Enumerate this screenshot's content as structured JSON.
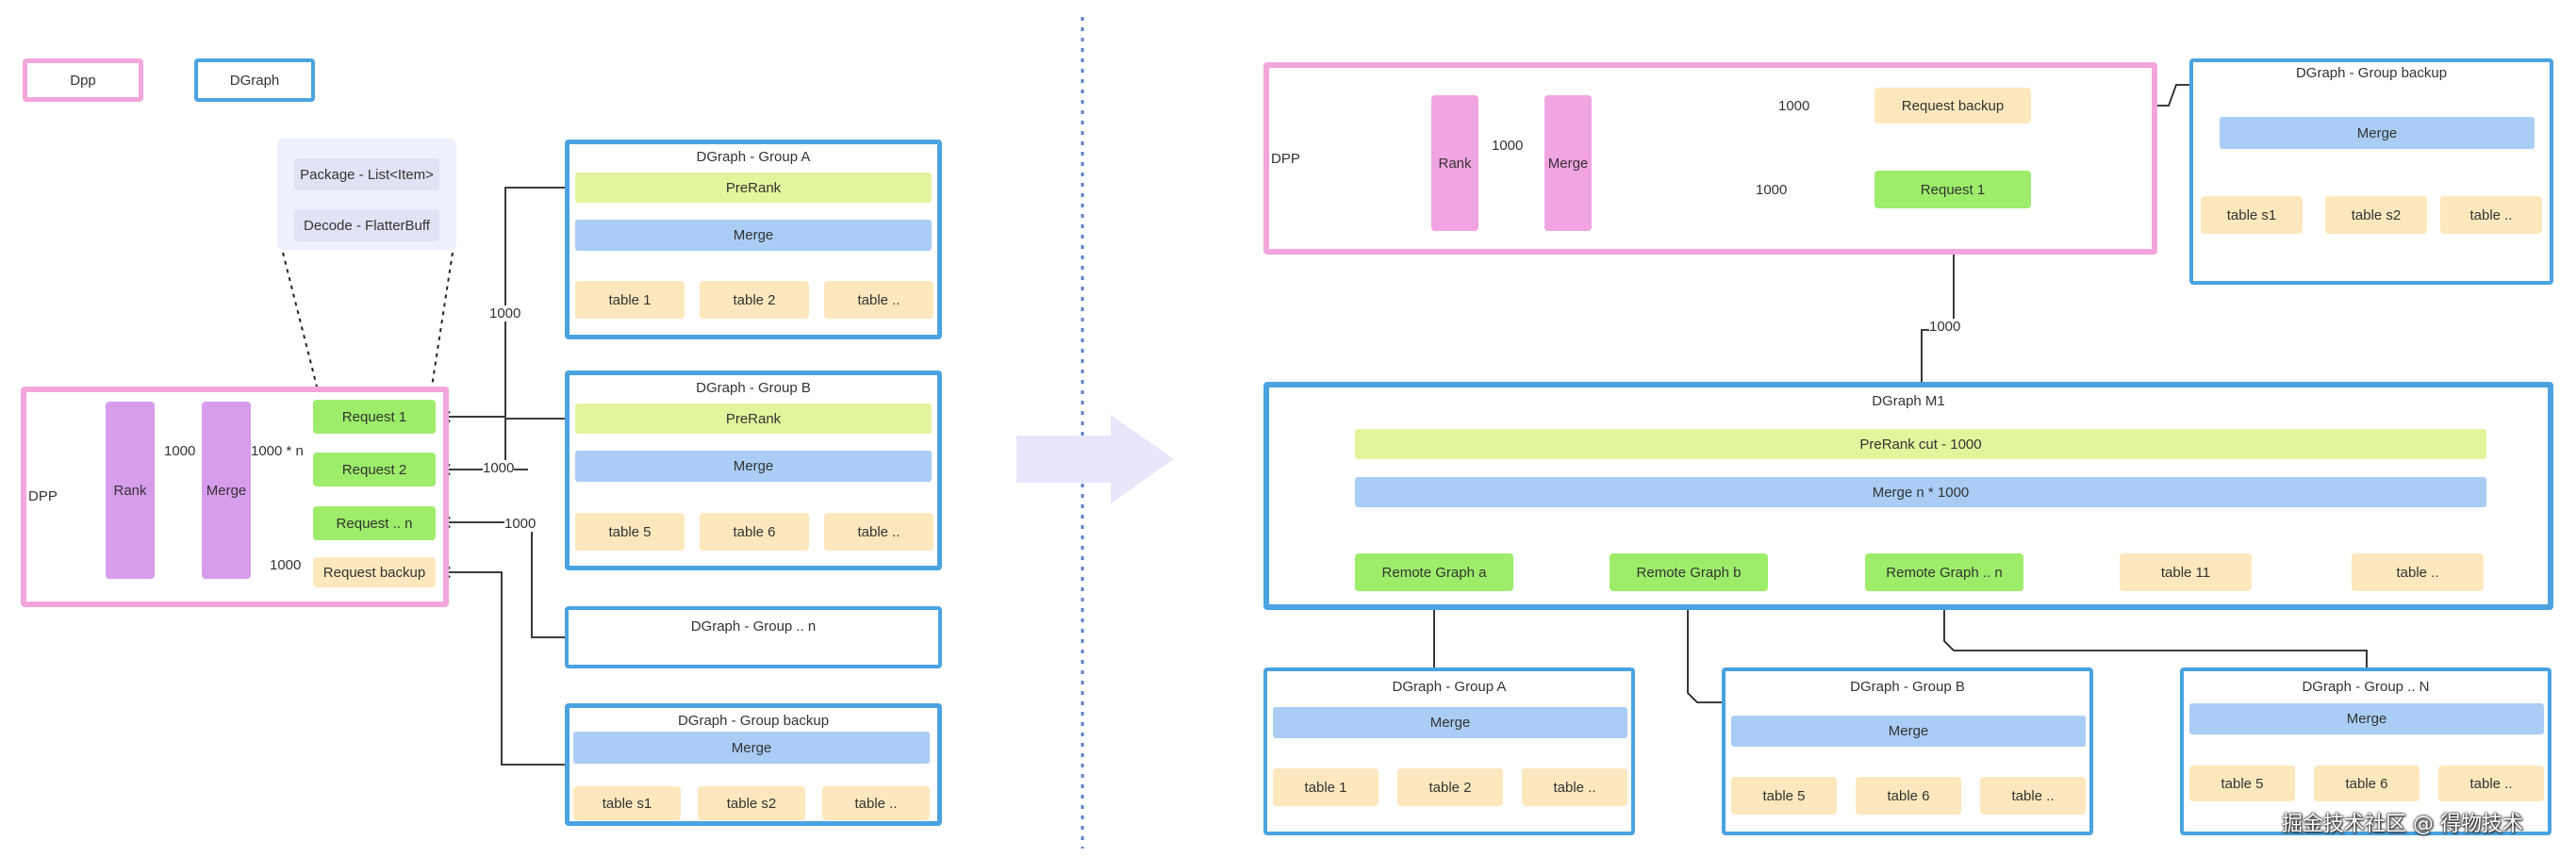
{
  "legend": {
    "dpp": "Dpp",
    "dgraph": "DGraph"
  },
  "left": {
    "decode_panel": {
      "package": "Package - List<Item>",
      "decode": "Decode - FlatterBuff"
    },
    "dpp": {
      "title": "DPP",
      "rank": "Rank",
      "merge": "Merge",
      "edge_rank_merge": "1000",
      "edge_merge_requests": "1000 * n",
      "requests": [
        "Request 1",
        "Request 2",
        "Request .. n"
      ],
      "backup_edge": "1000",
      "request_backup": "Request backup"
    },
    "edges": {
      "to_group_a": "1000",
      "to_group_b": "1000",
      "to_group_n": "1000"
    },
    "group_a": {
      "title": "DGraph - Group A",
      "prerank": "PreRank",
      "merge": "Merge",
      "tables": [
        "table 1",
        "table 2",
        "table .."
      ]
    },
    "group_b": {
      "title": "DGraph - Group B",
      "prerank": "PreRank",
      "merge": "Merge",
      "tables": [
        "table 5",
        "table 6",
        "table .."
      ]
    },
    "group_n": {
      "title": "DGraph - Group .. n"
    },
    "group_backup": {
      "title": "DGraph - Group backup",
      "merge": "Merge",
      "tables": [
        "table s1",
        "table s2",
        "table .."
      ]
    }
  },
  "right": {
    "dpp": {
      "title": "DPP",
      "rank": "Rank",
      "merge": "Merge",
      "edge_rank_merge": "1000",
      "edge_backup": "1000",
      "edge_request1": "1000",
      "request_backup": "Request  backup",
      "request_1": "Request  1"
    },
    "group_backup": {
      "title": "DGraph - Group backup",
      "merge": "Merge",
      "tables": [
        "table s1",
        "table s2",
        "table .."
      ]
    },
    "edge_m1": "1000",
    "m1": {
      "title": "DGraph M1",
      "prerank": "PreRank  cut - 1000",
      "merge": "Merge  n * 1000",
      "nodes": [
        "Remote Graph a",
        "Remote Graph b",
        "Remote Graph .. n",
        "table 11",
        "table .."
      ]
    },
    "group_a": {
      "title": "DGraph - Group A",
      "merge": "Merge",
      "tables": [
        "table 1",
        "table 2",
        "table .."
      ]
    },
    "group_b": {
      "title": "DGraph - Group B",
      "merge": "Merge",
      "tables": [
        "table 5",
        "table 6",
        "table .."
      ]
    },
    "group_n": {
      "title": "DGraph - Group .. N",
      "merge": "Merge",
      "tables": [
        "table 5",
        "table 6",
        "table .."
      ]
    }
  },
  "watermark": "掘金技术社区 @ 得物技术",
  "colors": {
    "pink_border": "#f2a6dc",
    "blue_border": "#4aa3e0",
    "prerank": "#e3f59c",
    "merge": "#a9cdf5",
    "table": "#fde8bd",
    "green": "#9ded6a",
    "violet": "#d89cec"
  }
}
